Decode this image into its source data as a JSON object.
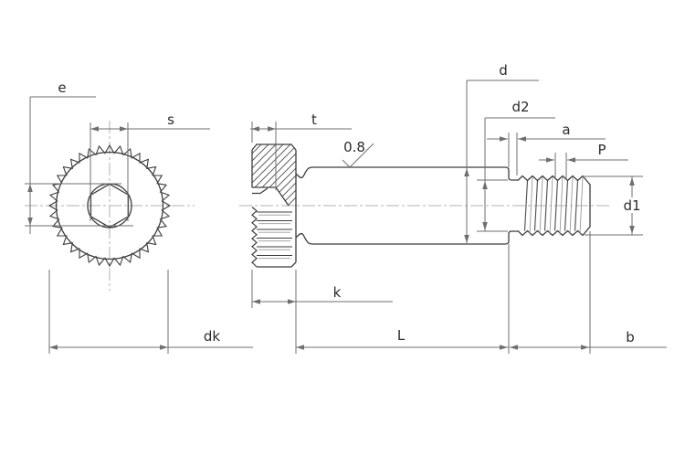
{
  "labels": {
    "e": "e",
    "s": "s",
    "t": "t",
    "d": "d",
    "d2": "d2",
    "a": "a",
    "P": "P",
    "d1": "d1",
    "k": "k",
    "dk": "dk",
    "L": "L",
    "b": "b"
  },
  "surface_finish": "0.8",
  "colors": {
    "outline": "#3d3d3d",
    "dimension": "#6f6f6f",
    "centerline": "#b0b0b0",
    "background": "#ffffff",
    "text": "#2b2b2b"
  }
}
